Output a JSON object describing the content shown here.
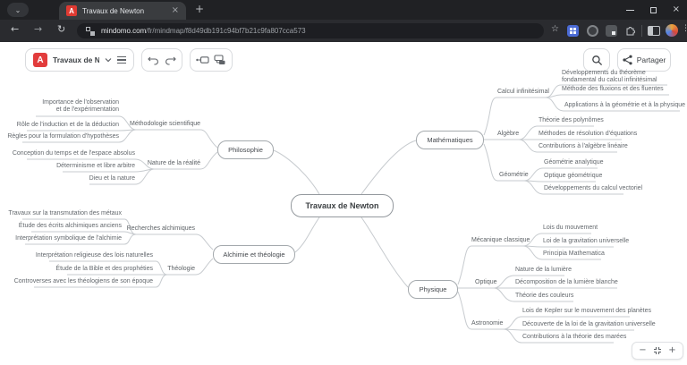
{
  "browser": {
    "tab_title": "Travaux de Newton",
    "url_domain": "mindomo.com",
    "url_path": "/fr/mindmap/f8d49db191c94bf7b21c9fa807cca573",
    "icons": {
      "tab_search": "⌄",
      "new_tab": "+",
      "close_tab": "×",
      "close_win": "×",
      "back": "←",
      "forward": "→",
      "reload": "↻",
      "star": "☆",
      "more": "⋮"
    }
  },
  "app_toolbar": {
    "logo_letter": "A",
    "title": "Travaux de New...",
    "share_label": "Partager"
  },
  "zoom_controls": {
    "minus": "−",
    "plus": "+"
  },
  "colors": {
    "brand_red": "#e23c3c",
    "wire_gray": "#c7cbcf",
    "chrome_dark": "#202124"
  },
  "map": {
    "center": "Travaux de Newton",
    "philosophie": {
      "label": "Philosophie",
      "methodologie": {
        "label": "Méthodologie scientifique",
        "leaves": [
          "Importance de l'observation\net de l'expérimentation",
          "Rôle de l'induction et de la déduction",
          "Règles pour la formulation d'hypothèses"
        ]
      },
      "nature": {
        "label": "Nature de la réalité",
        "leaves": [
          "Conception du temps et de l'espace absolus",
          "Déterminisme et libre arbitre",
          "Dieu et la nature"
        ]
      }
    },
    "mathematiques": {
      "label": "Mathématiques",
      "calcul": {
        "label": "Calcul infinitésimal",
        "leaves": [
          "Développements du théorème\nfondamental du calcul infinitésimal",
          "Méthode des fluxions et des fluentes",
          "Applications à la géométrie et à la physique"
        ]
      },
      "algebre": {
        "label": "Algèbre",
        "leaves": [
          "Théorie des polynômes",
          "Méthodes de résolution d'équations",
          "Contributions à l'algèbre linéaire"
        ]
      },
      "geometrie": {
        "label": "Géométrie",
        "leaves": [
          "Géométrie analytique",
          "Optique géométrique",
          "Développements du calcul vectoriel"
        ]
      }
    },
    "alchimie": {
      "label": "Alchimie et théologie",
      "recherches": {
        "label": "Recherches alchimiques",
        "leaves": [
          "Travaux sur la transmutation des métaux",
          "Étude des écrits alchimiques anciens",
          "Interprétation symbolique de l'alchimie"
        ]
      },
      "theologie": {
        "label": "Théologie",
        "leaves": [
          "Interprétation religieuse des lois naturelles",
          "Étude de la Bible et des prophéties",
          "Controverses avec les théologiens de son époque"
        ]
      }
    },
    "physique": {
      "label": "Physique",
      "mecanique": {
        "label": "Mécanique classique",
        "leaves": [
          "Lois du mouvement",
          "Loi de la gravitation universelle",
          "Principia Mathematica"
        ]
      },
      "optique": {
        "label": "Optique",
        "leaves": [
          "Nature de la lumière",
          "Décomposition de la lumière blanche",
          "Théorie des couleurs"
        ]
      },
      "astronomie": {
        "label": "Astronomie",
        "leaves": [
          "Lois de Kepler sur le mouvement des planètes",
          "Découverte de la loi de la gravitation universelle",
          "Contributions à la théorie des marées"
        ]
      }
    }
  }
}
